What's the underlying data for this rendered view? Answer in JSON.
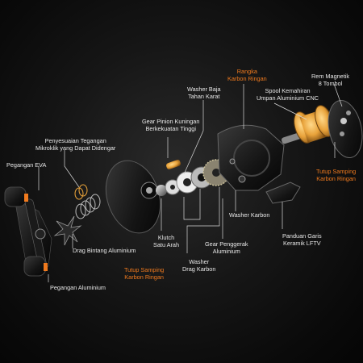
{
  "labels": {
    "rangka": [
      "Rangka",
      "Karbon Ringan"
    ],
    "rem_magnetik": [
      "Rem Magnetik",
      "8 Tombol"
    ],
    "washer_baja": [
      "Washer Baja",
      "Tahan Karat"
    ],
    "spool": [
      "Spool Kemahiran",
      "Umpan Aluminium CNC"
    ],
    "gear_pinion": [
      "Gear Pinion Kuningan",
      "Berkekuatan Tinggi"
    ],
    "penyesuaian": [
      "Penyesuaian Tegangan",
      "Mikroklik yang Dapat Didengar"
    ],
    "pegangan_eva": "Pegangan EVA",
    "tutup_samping_right": [
      "Tutup Samping",
      "Karbon Ringan"
    ],
    "washer_karbon": "Washer Karbon",
    "panduan_garis": [
      "Panduan Garis",
      "Keramik LFTV"
    ],
    "drag_bintang": "Drag Bintang Aluminium",
    "klutch": [
      "Klutch",
      "Satu Arah"
    ],
    "gear_penggerak": [
      "Gear Penggerak",
      "Aluminium"
    ],
    "tutup_samping_left": [
      "Tutup Samping",
      "Karbon Ringan"
    ],
    "washer_drag": [
      "Washer",
      "Drag Karbon"
    ],
    "pegangan_aluminium": "Pegangan Aluminium"
  },
  "colors": {
    "accent": "#f07a1e",
    "label_text": "#e8e8e8",
    "leader_line": "#d8d8d8",
    "spool_gold": "#e8a23a",
    "body_black": "#141414"
  },
  "icons": [
    "reel-handle-knob",
    "star-drag",
    "spool",
    "frame",
    "side-cover",
    "gear"
  ]
}
